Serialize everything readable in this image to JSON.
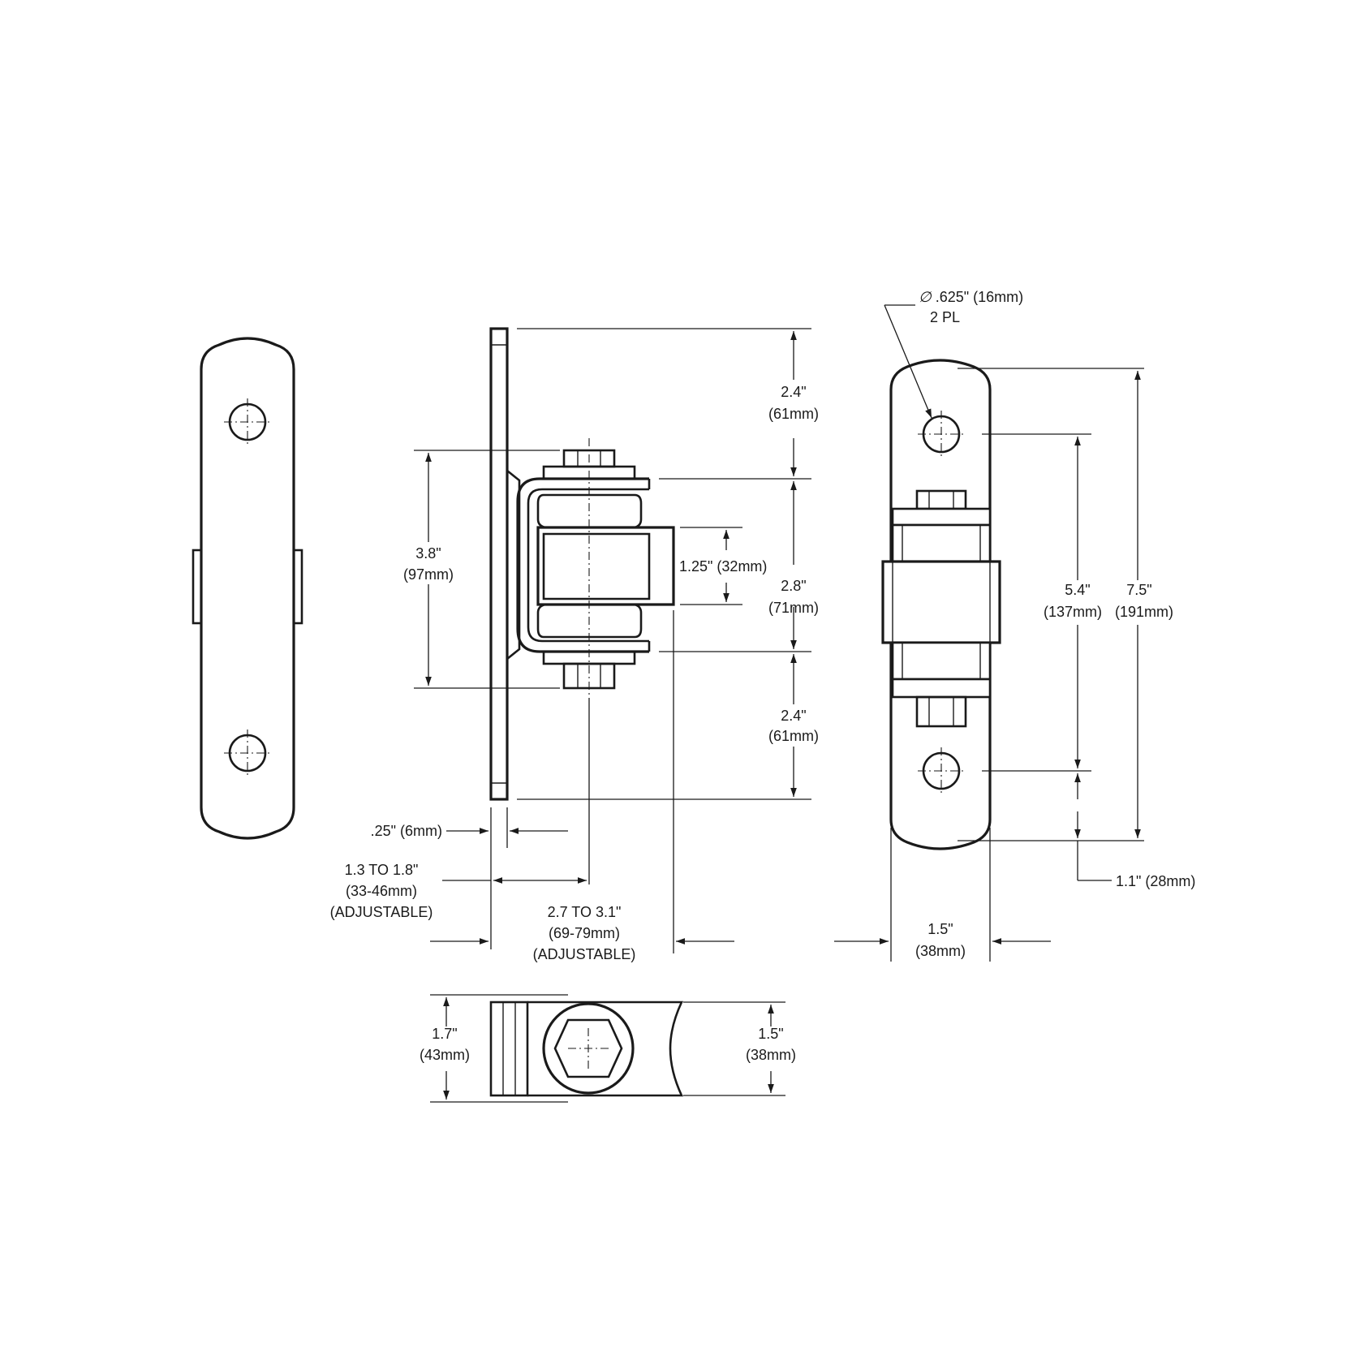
{
  "title": "",
  "colors": {
    "ink": "#1a1a1a",
    "background": "#ffffff"
  },
  "dimensions": {
    "hole_dia": ".625\" (16mm)",
    "hole_count": "2 PL",
    "top_len_in": "2.4\"",
    "top_len_mm": "(61mm)",
    "bracket_h_in": "3.8\"",
    "bracket_h_mm": "(97mm)",
    "roller_h": "1.25\" (32mm)",
    "mid_len_in": "2.8\"",
    "mid_len_mm": "(71mm)",
    "bot_len_in": "2.4\"",
    "bot_len_mm": "(61mm)",
    "plate_thk": ".25\" (6mm)",
    "offset_in": "1.3 TO 1.8\"",
    "offset_mm": "(33-46mm)",
    "offset_note": "(ADJUSTABLE)",
    "depth_in": "2.7 TO 3.1\"",
    "depth_mm": "(69-79mm)",
    "depth_note": "(ADJUSTABLE)",
    "hole_spacing_in": "5.4\"",
    "hole_spacing_mm": "(137mm)",
    "overall_in": "7.5\"",
    "overall_mm": "(191mm)",
    "end_dist": "1.1\" (28mm)",
    "plate_w_in": "1.5\"",
    "plate_w_mm": "(38mm)",
    "top_view_h_in": "1.7\"",
    "top_view_h_mm": "(43mm)",
    "top_view_w_in": "1.5\"",
    "top_view_w_mm": "(38mm)"
  }
}
